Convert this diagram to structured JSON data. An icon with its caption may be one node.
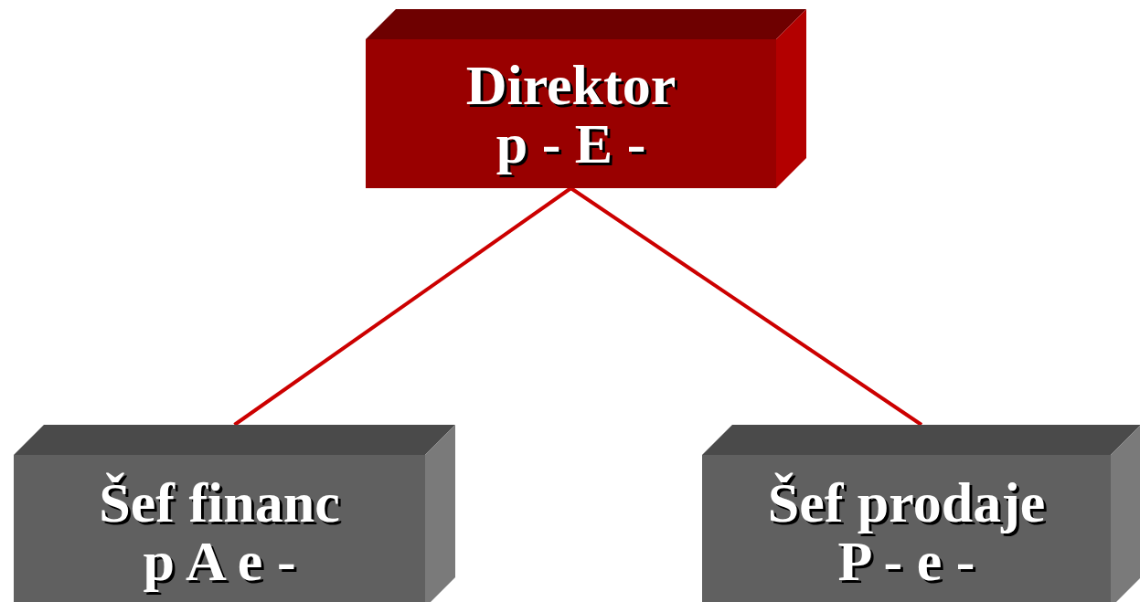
{
  "diagram": {
    "nodes": [
      {
        "text": [
          "Direktor",
          "p - E -"
        ]
      },
      {
        "text": [
          "Šef financ",
          "p A e -"
        ]
      },
      {
        "text": [
          "Šef prodaje",
          "P - e -"
        ]
      }
    ],
    "edges": [
      {
        "from": 0,
        "to": 1,
        "arrow": "none"
      },
      {
        "from": 0,
        "to": 2,
        "arrow": "none"
      }
    ]
  }
}
